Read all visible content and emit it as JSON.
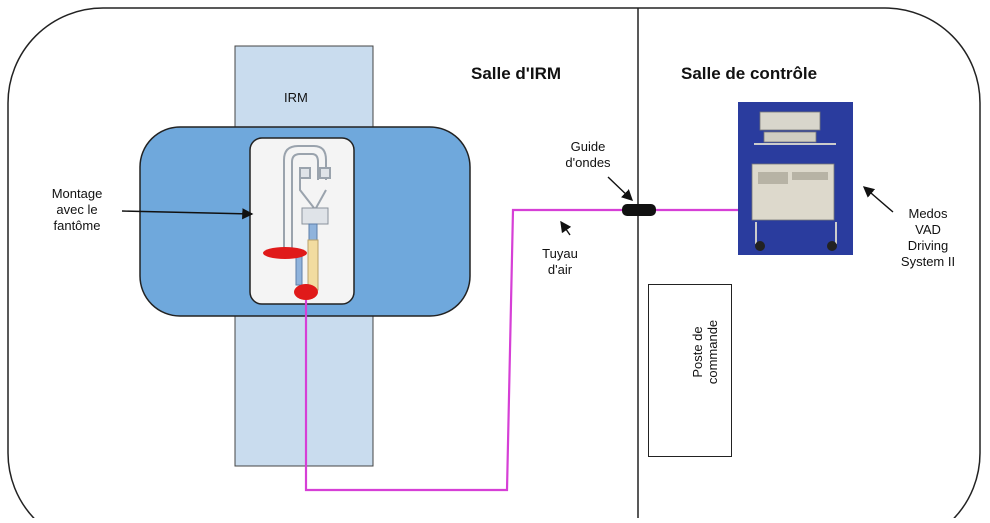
{
  "rooms": {
    "mri_room_title": "Salle d'IRM",
    "control_room_title": "Salle de contrôle"
  },
  "labels": {
    "irm": "IRM",
    "montage": [
      "Montage",
      "avec le",
      "fantôme"
    ],
    "guide": [
      "Guide",
      "d'ondes"
    ],
    "tuyau": [
      "Tuyau",
      "d'air"
    ],
    "medos": [
      "Medos",
      "VAD",
      "Driving",
      "System II"
    ],
    "poste": [
      "Poste de",
      "commande"
    ]
  },
  "colors": {
    "air_tube": "#d63fd6",
    "magnet_body": "#6fa8dc",
    "mri_table": "#c9dcee",
    "pump_red": "#e01a1a",
    "console_bg": "#2a3c9e"
  }
}
